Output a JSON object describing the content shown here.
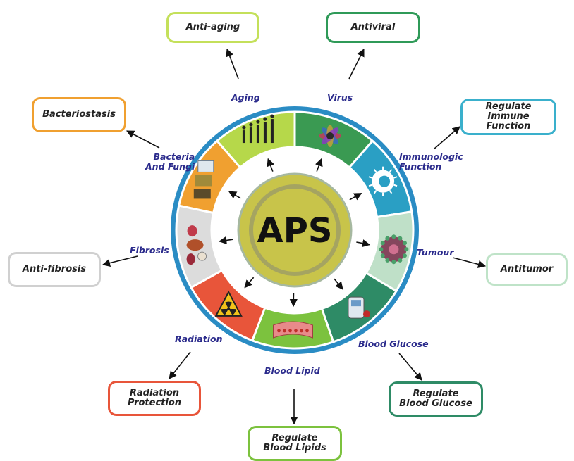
{
  "center": {
    "label": "APS"
  },
  "categories": [
    {
      "key": "aging",
      "label": "Aging",
      "outcome": "Anti-aging",
      "color": "#b6d84a",
      "icon": "evolution-icon"
    },
    {
      "key": "virus",
      "label": "Virus",
      "outcome": "Antiviral",
      "color": "#3a9a52",
      "icon": "virus-icon"
    },
    {
      "key": "immune",
      "label": "Immunologic\nFunction",
      "outcome": "Regulate\nImmune\nFunction",
      "color": "#2a9fc4",
      "icon": "immune-cell-icon"
    },
    {
      "key": "tumour",
      "label": "Tumour",
      "outcome": "Antitumor",
      "color": "#bfe0c8",
      "icon": "tumor-cell-icon"
    },
    {
      "key": "glucose",
      "label": "Blood Glucose",
      "outcome": "Regulate\nBlood Glucose",
      "color": "#2e8b66",
      "icon": "glucose-meter-icon"
    },
    {
      "key": "lipid",
      "label": "Blood Lipid",
      "outcome": "Regulate\nBlood Lipids",
      "color": "#7cc23e",
      "icon": "artery-icon"
    },
    {
      "key": "radiation",
      "label": "Radiation",
      "outcome": "Radiation\nProtection",
      "color": "#e8553a",
      "icon": "radiation-icon"
    },
    {
      "key": "fibrosis",
      "label": "Fibrosis",
      "outcome": "Anti-fibrosis",
      "color": "#dcdcdc",
      "icon": "organs-icon"
    },
    {
      "key": "bacteria",
      "label": "Bacteria\nAnd Fungi",
      "outcome": "Bacteriostasis",
      "color": "#f0a030",
      "icon": "bacteria-icon"
    }
  ]
}
